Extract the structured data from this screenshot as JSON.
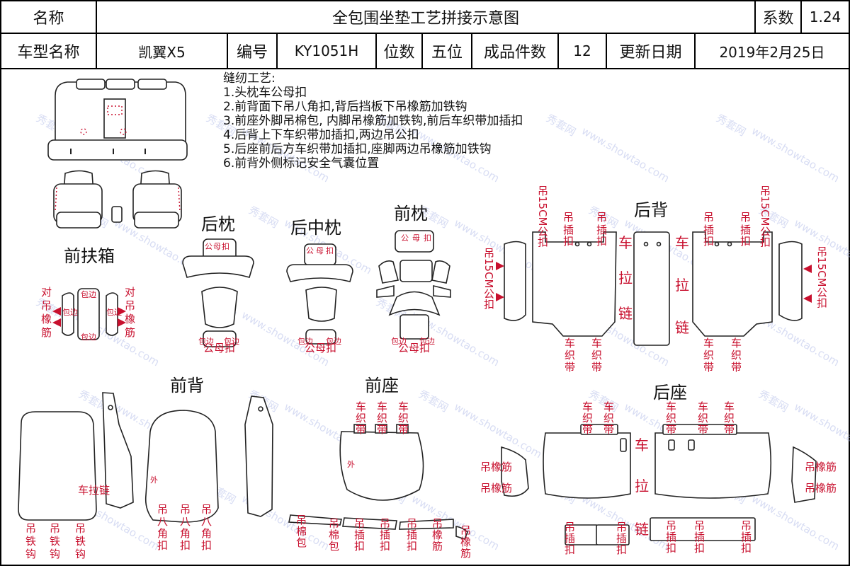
{
  "header": {
    "name_label": "名称",
    "title": "全包围坐垫工艺拼接示意图",
    "coef_label": "系数",
    "coef_value": "1.24",
    "model_label": "车型名称",
    "model_value": "凯翼X5",
    "code_label": "编号",
    "code_value": "KY1051H",
    "seats_label": "位数",
    "seats_value": "五位",
    "pieces_label": "成品件数",
    "pieces_value": "12",
    "date_label": "更新日期",
    "date_value": "2019年2月25日"
  },
  "notes": {
    "title": "缝纫工艺:",
    "items": [
      "1.头枕车公母扣",
      "2.前背面下吊八角扣,背后挡板下吊橡筋加铁钩",
      "3.前座外脚吊棉包, 内脚吊橡筋加铁钩,前后车织带加插扣",
      "4.后背上下车织带加插扣,两边吊公扣",
      "5.后座前后方车织带加插扣,座脚两边吊橡筋加铁钩",
      "6.前背外侧标记安全气囊位置"
    ]
  },
  "sections": {
    "armrest": "前扶箱",
    "rear_headrest": "后枕",
    "rear_mid_headrest": "后中枕",
    "front_headrest": "前枕",
    "rear_back": "后背",
    "front_back": "前背",
    "front_seat": "前座",
    "rear_seat": "后座"
  },
  "labels": {
    "dui": "对",
    "diao": "吊",
    "xiang": "橡",
    "jin": "筋",
    "bao": "包",
    "bian": "边",
    "baobian": "包边",
    "gong": "公",
    "mu": "母",
    "kou": "扣",
    "gongmukou": "公母扣",
    "che": "车",
    "zhi": "织",
    "dai": "带",
    "cha": "插",
    "la": "拉",
    "lian": "链",
    "diao15": "吊15CM公扣",
    "chelalian": "车拉链",
    "tie": "铁",
    "gou": "钩",
    "ba": "八",
    "jiao": "角",
    "wai": "外",
    "mian": "棉",
    "diaoxiangjin": "吊橡筋"
  },
  "watermark": {
    "text_cn": "秀套网",
    "text_url": "www.showtao.com"
  },
  "colors": {
    "annotation": "#c8102e",
    "outline": "#222222",
    "watermark": "#a9b4e6"
  }
}
